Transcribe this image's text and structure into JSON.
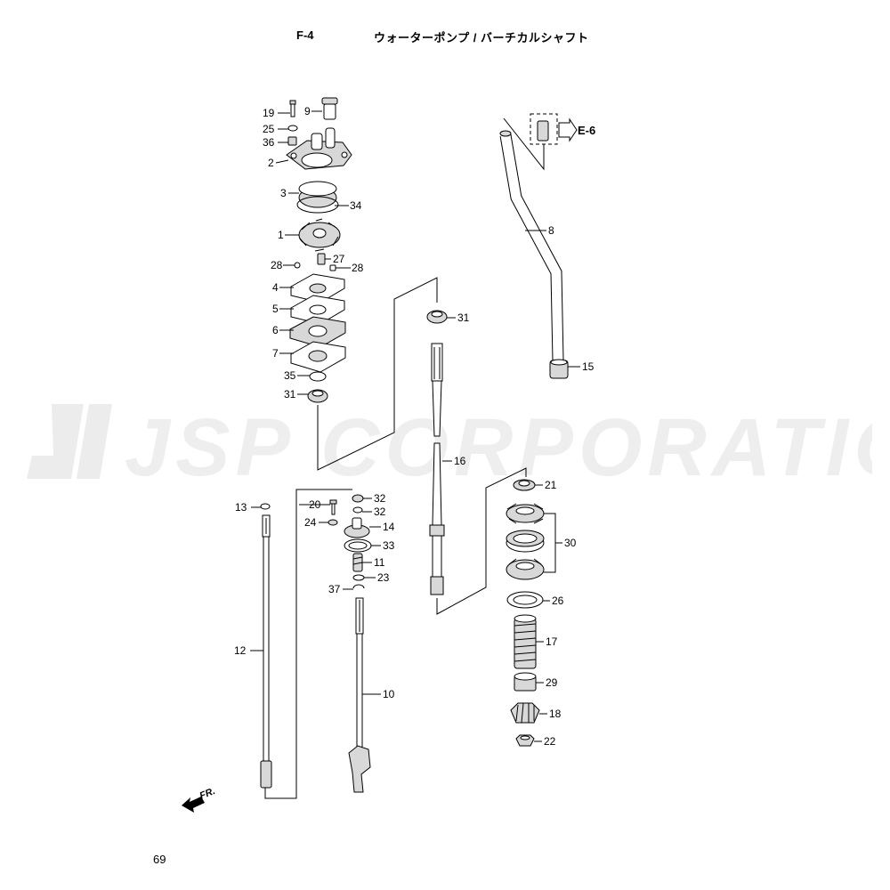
{
  "header": {
    "code": "F-4",
    "title": "ウォーターポンプ / バーチカルシャフト"
  },
  "page_number": "69",
  "watermark": "JSP CORPORATION",
  "reference": "E-6",
  "direction_label": "FR.",
  "callouts": [
    "19",
    "9",
    "25",
    "36",
    "2",
    "3",
    "34",
    "1",
    "27",
    "28",
    "28",
    "4",
    "5",
    "6",
    "7",
    "35",
    "31",
    "8",
    "31",
    "15",
    "16",
    "13",
    "20",
    "32",
    "32",
    "24",
    "14",
    "33",
    "11",
    "23",
    "37",
    "12",
    "10",
    "21",
    "30",
    "26",
    "17",
    "29",
    "18",
    "22"
  ]
}
